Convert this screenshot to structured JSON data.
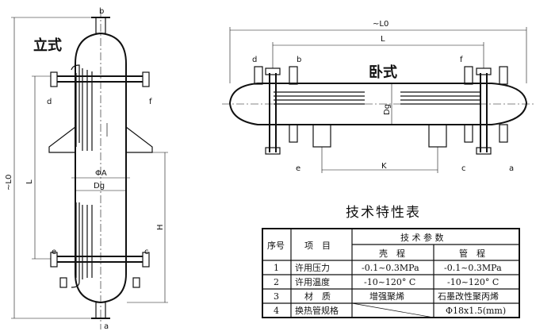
{
  "vertical": {
    "title": "立式",
    "labels": {
      "b": "b",
      "d": "d",
      "f": "f",
      "e": "e",
      "c": "c",
      "a": "a",
      "L0": "~L0",
      "L": "L",
      "phiA": "ΦA",
      "Dg": "Dg",
      "H": "H"
    }
  },
  "horizontal": {
    "title": "卧式",
    "labels": {
      "L0": "~L0",
      "L": "L",
      "d": "d",
      "b": "b",
      "f": "f",
      "e": "e",
      "c": "c",
      "a": "a",
      "Dg": "Dg",
      "K": "K"
    }
  },
  "table": {
    "title": "技术特性表",
    "head_no": "序号",
    "head_item": "项　目",
    "head_params": "技 术 参 数",
    "head_shell": "壳　程",
    "head_tube": "管　程",
    "rows": [
      {
        "no": "1",
        "item": "许用压力",
        "shell": "-0.1~0.3MPa",
        "tube": "-0.1~0.3MPa"
      },
      {
        "no": "2",
        "item": "许用温度",
        "shell": "-10~120° C",
        "tube": "-10~120° C"
      },
      {
        "no": "3",
        "item": "材　质",
        "shell": "增强聚烯",
        "tube": "石墨改性聚丙烯"
      },
      {
        "no": "4",
        "item": "换热管规格",
        "shell": "",
        "tube": "Φ18x1.5(mm)"
      }
    ]
  }
}
